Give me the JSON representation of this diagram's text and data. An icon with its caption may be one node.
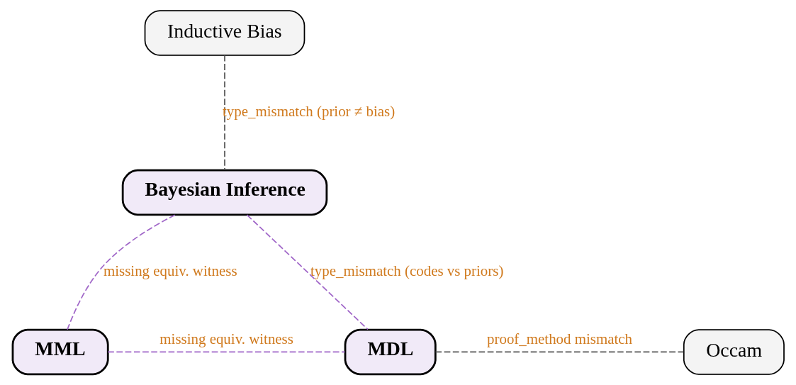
{
  "diagram": {
    "nodes": [
      {
        "text": [
          "Inductive Bias"
        ]
      },
      {
        "text": [
          "Bayesian Inference"
        ]
      },
      {
        "text": [
          "MML"
        ]
      },
      {
        "text": [
          "MDL"
        ]
      },
      {
        "text": [
          "Occam"
        ]
      }
    ],
    "edges": [
      {
        "from": 0,
        "to": 1,
        "arrow": "none",
        "style": "dashed",
        "color": "#555555",
        "label": "type_mismatch (prior ≠ bias)"
      },
      {
        "from": 1,
        "to": 2,
        "arrow": "none",
        "style": "dashed",
        "label": "missing equiv. witness"
      },
      {
        "from": 1,
        "to": 3,
        "arrow": "none",
        "style": "dashed",
        "label": "type_mismatch (codes vs priors)"
      },
      {
        "from": 2,
        "to": 3,
        "arrow": "none",
        "style": "dashed",
        "label": "missing equiv. witness"
      },
      {
        "from": 3,
        "to": 4,
        "arrow": "none",
        "style": "dashed",
        "color": "#555555",
        "label": "proof_method mismatch"
      }
    ]
  }
}
